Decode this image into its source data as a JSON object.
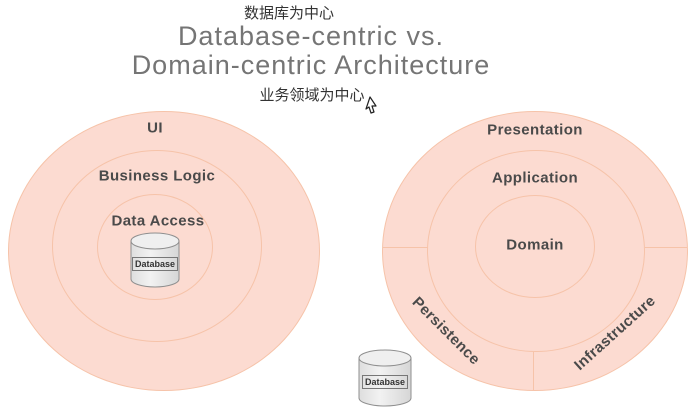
{
  "header": {
    "subtitle_top": "数据库为中心",
    "title_line1": "Database-centric vs.",
    "title_line2": "Domain-centric Architecture",
    "subtitle_bottom": "业务领域为中心"
  },
  "left_diagram": {
    "name": "database-centric-architecture",
    "rings": [
      {
        "label": "UI"
      },
      {
        "label": "Business Logic"
      },
      {
        "label": "Data Access"
      }
    ],
    "database_label": "Database"
  },
  "right_diagram": {
    "name": "domain-centric-architecture",
    "rings": [
      {
        "label": "Presentation"
      },
      {
        "label": "Application"
      },
      {
        "label": "Domain"
      }
    ],
    "outer_sections": [
      {
        "label": "Persistence"
      },
      {
        "label": "Infrastructure"
      }
    ],
    "database_label": "Database"
  },
  "colors": {
    "ring_fill": "#fcdbd1",
    "ring_stroke": "#f6c3a9",
    "title_gray": "#757575",
    "label_dark": "#4a4a4a",
    "cjk_dark": "#333333"
  }
}
